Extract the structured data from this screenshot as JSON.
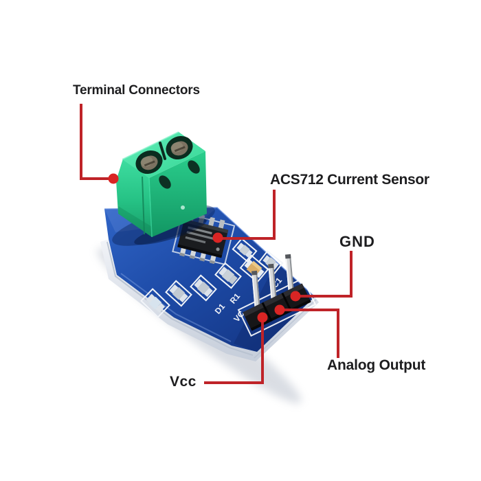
{
  "diagram": {
    "subject": "ACS712 current sensor module with annotated parts",
    "background": "#ffffff"
  },
  "labels": {
    "terminal_connectors": "Terminal Connectors",
    "acs712": "ACS712 Current Sensor",
    "gnd": "GND",
    "analog_output": "Analog Output",
    "vcc": "Vcc"
  },
  "silkscreen": {
    "d1": "D1",
    "r1": "R1",
    "c1": "C1",
    "vc": "VC"
  },
  "colors": {
    "annotation_line_red": "#bf2328",
    "annotation_dot_red": "#d92524",
    "label_text": "#1d1d1f",
    "pcb_blue": "#1d4aa6",
    "pcb_edge_white": "#dde3ed",
    "terminal_block_green": "#2fd493",
    "chip_black": "#1a1c1f",
    "pin_silver": "#d6d8da",
    "header_black": "#161618"
  }
}
